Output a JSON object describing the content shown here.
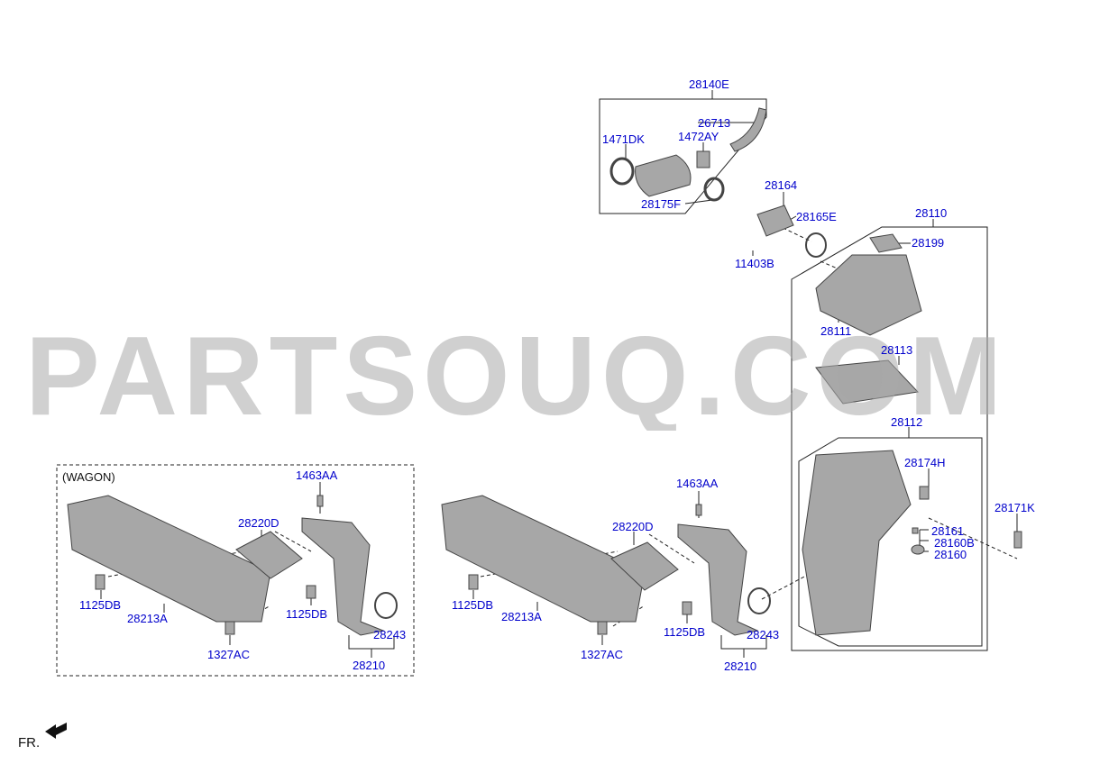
{
  "watermark": "PARTSOUQ.COM",
  "variant_label": "(WAGON)",
  "front_indicator": "FR.",
  "colors": {
    "label": "#0000cc",
    "line": "#222222",
    "part_fill": "#a7a7a7",
    "part_stroke": "#444444",
    "watermark": "#aaaaaa"
  },
  "parts": {
    "p28140E": "28140E",
    "p26713": "26713",
    "p1471DK": "1471DK",
    "p1472AY": "1472AY",
    "p28175F": "28175F",
    "p28164": "28164",
    "p28165E": "28165E",
    "p11403B": "11403B",
    "p28110": "28110",
    "p28199": "28199",
    "p28111": "28111",
    "p28113": "28113",
    "p28112": "28112",
    "p28174H": "28174H",
    "p28171K": "28171K",
    "p28161": "28161",
    "p28160B": "28160B",
    "p28160": "28160",
    "w1463AA": "1463AA",
    "w28220D": "28220D",
    "w1125DB_a": "1125DB",
    "w28213A": "28213A",
    "w1125DB_b": "1125DB",
    "w1327AC": "1327AC",
    "w28243": "28243",
    "w28210": "28210",
    "m1463AA": "1463AA",
    "m28220D": "28220D",
    "m1125DB_a": "1125DB",
    "m28213A": "28213A",
    "m1125DB_b": "1125DB",
    "m1327AC": "1327AC",
    "m28243": "28243",
    "m28210": "28210"
  }
}
